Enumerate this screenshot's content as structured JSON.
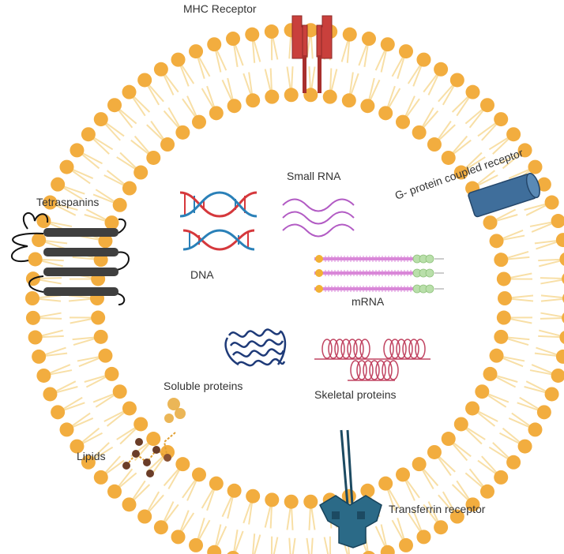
{
  "labels": {
    "mhc_receptor": "MHC Receptor",
    "gpcr": "G- protein coupled receptor",
    "tetraspanins": "Tetraspanins",
    "small_rna": "Small RNA",
    "dna": "DNA",
    "mrna": "mRNA",
    "soluble_proteins": "Soluble proteins",
    "skeletal_proteins": "Skeletal proteins",
    "lipids": "Lipids",
    "transferrin_receptor": "Transferrin receptor"
  },
  "colors": {
    "lipid_head": "#f2ad3f",
    "lipid_tail": "#f8dfa6",
    "mhc": "#c9403c",
    "gpcr": "#3f6e9b",
    "tetraspanin": "#3f3f3f",
    "dna_red": "#d5383c",
    "dna_blue": "#2a80b8",
    "rna": "#b25bc4",
    "mrna_strand": "#d987d8",
    "mrna_cap": "#f2b135",
    "mrna_polya": "#b9dfaa",
    "soluble": "#1e3a78",
    "skeletal": "#c14562",
    "transferrin": "#2b6a87",
    "lipid_chain": "#6b3d28"
  }
}
